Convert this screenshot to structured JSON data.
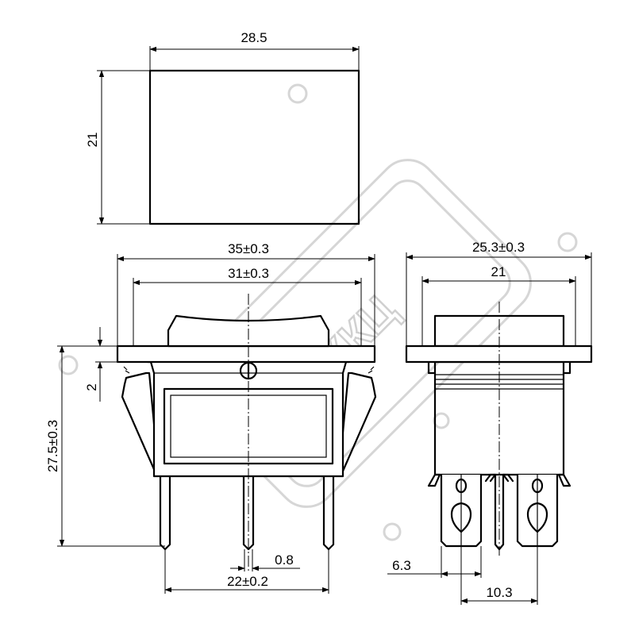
{
  "diagram": {
    "watermark_text": "ККЦ",
    "top_view": {
      "width_label": "28.5",
      "height_label": "21"
    },
    "front_view": {
      "outer_width_label": "35±0.3",
      "inner_width_label": "31±0.3",
      "flange_label": "2",
      "height_label": "27.5±0.3",
      "pin_width_label": "0.8",
      "pin_span_label": "22±0.2"
    },
    "side_view": {
      "outer_width_label": "25.3±0.3",
      "inner_width_label": "21",
      "terminal_width_label": "6.3",
      "terminal_pitch_label": "10.3"
    }
  }
}
